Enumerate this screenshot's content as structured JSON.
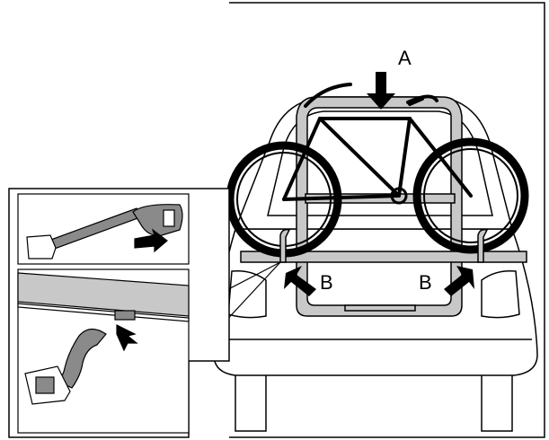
{
  "labels": {
    "a": "A",
    "b_left": "B",
    "b_right": "B"
  },
  "colors": {
    "outline": "#000000",
    "rack_fill": "#c8c8c8",
    "strap_fill": "#8a8a8a",
    "background": "#ffffff"
  },
  "icons": [
    "bicycle",
    "car-rear",
    "rack-frame",
    "strap",
    "buckle",
    "arrow"
  ]
}
